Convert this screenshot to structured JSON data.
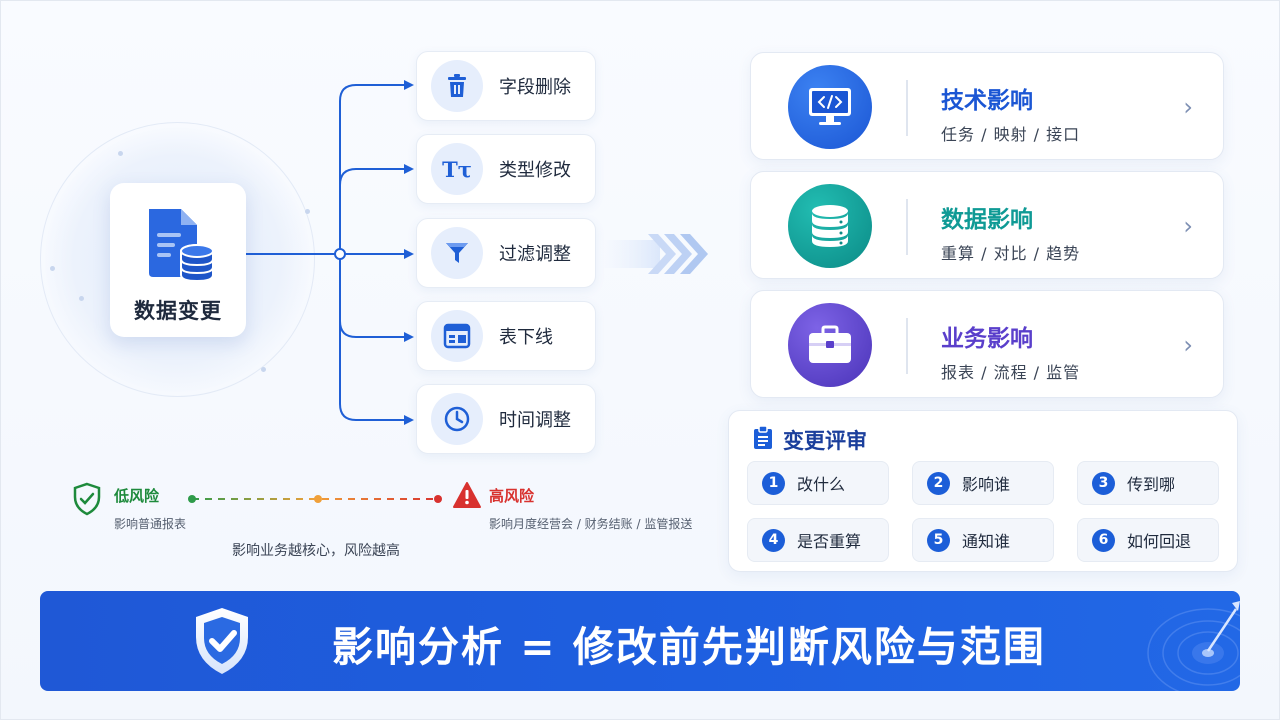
{
  "source": {
    "title": "数据变更",
    "icon": "document-database-icon"
  },
  "changes": [
    {
      "label": "字段删除",
      "icon": "trash-icon"
    },
    {
      "label": "类型修改",
      "icon": "text-type-icon",
      "glyph": "Tτ"
    },
    {
      "label": "过滤调整",
      "icon": "filter-icon"
    },
    {
      "label": "表下线",
      "icon": "table-icon"
    },
    {
      "label": "时间调整",
      "icon": "clock-icon"
    }
  ],
  "impacts": [
    {
      "title": "技术影响",
      "sub": "任务 / 映射 / 接口",
      "icon": "code-monitor-icon",
      "color": "#1b56d4"
    },
    {
      "title": "数据影响",
      "sub": "重算 / 对比 / 趋势",
      "icon": "database-icon",
      "color": "#0f9a95"
    },
    {
      "title": "业务影响",
      "sub": "报表 / 流程 / 监管",
      "icon": "briefcase-icon",
      "color": "#5a3fcb"
    }
  ],
  "review": {
    "title": "变更评审",
    "items": [
      {
        "num": "1",
        "label": "改什么"
      },
      {
        "num": "2",
        "label": "影响谁"
      },
      {
        "num": "3",
        "label": "传到哪"
      },
      {
        "num": "4",
        "label": "是否重算"
      },
      {
        "num": "5",
        "label": "通知谁"
      },
      {
        "num": "6",
        "label": "如何回退"
      }
    ]
  },
  "risk": {
    "low_label": "低风险",
    "low_sub": "影响普通报表",
    "high_label": "高风险",
    "high_sub": "影响月度经营会 / 财务结账 / 监管报送",
    "note": "影响业务越核心，风险越高",
    "colors": {
      "low": "#1e8a3c",
      "mid": "#f0a03a",
      "high": "#d8322f"
    }
  },
  "banner": {
    "text": "影响分析 = 修改前先判断风险与范围"
  }
}
